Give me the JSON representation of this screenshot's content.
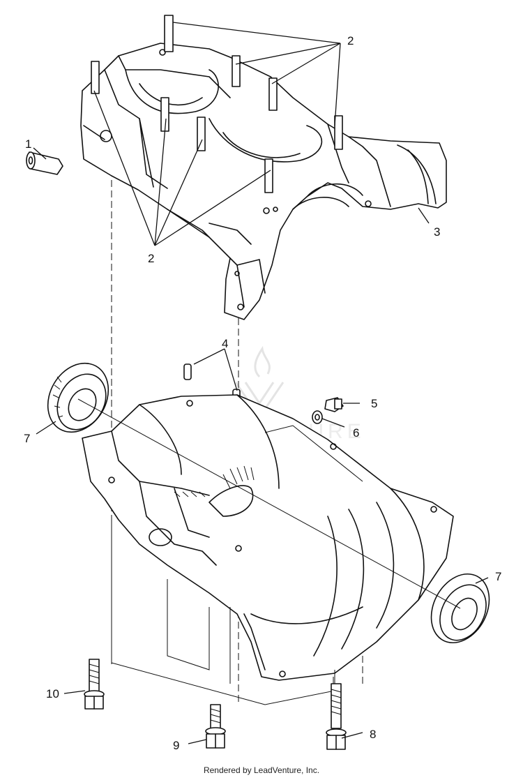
{
  "callouts": {
    "c1": "1",
    "c2_top": "2",
    "c2_bottom": "2",
    "c3": "3",
    "c4": "4",
    "c5": "5",
    "c6": "6",
    "c7_left": "7",
    "c7_right": "7",
    "c8": "8",
    "c9": "9",
    "c10": "10"
  },
  "watermark": {
    "text": "LEADVENTURE"
  },
  "footer": {
    "credit": "Rendered by LeadVenture, Inc."
  }
}
